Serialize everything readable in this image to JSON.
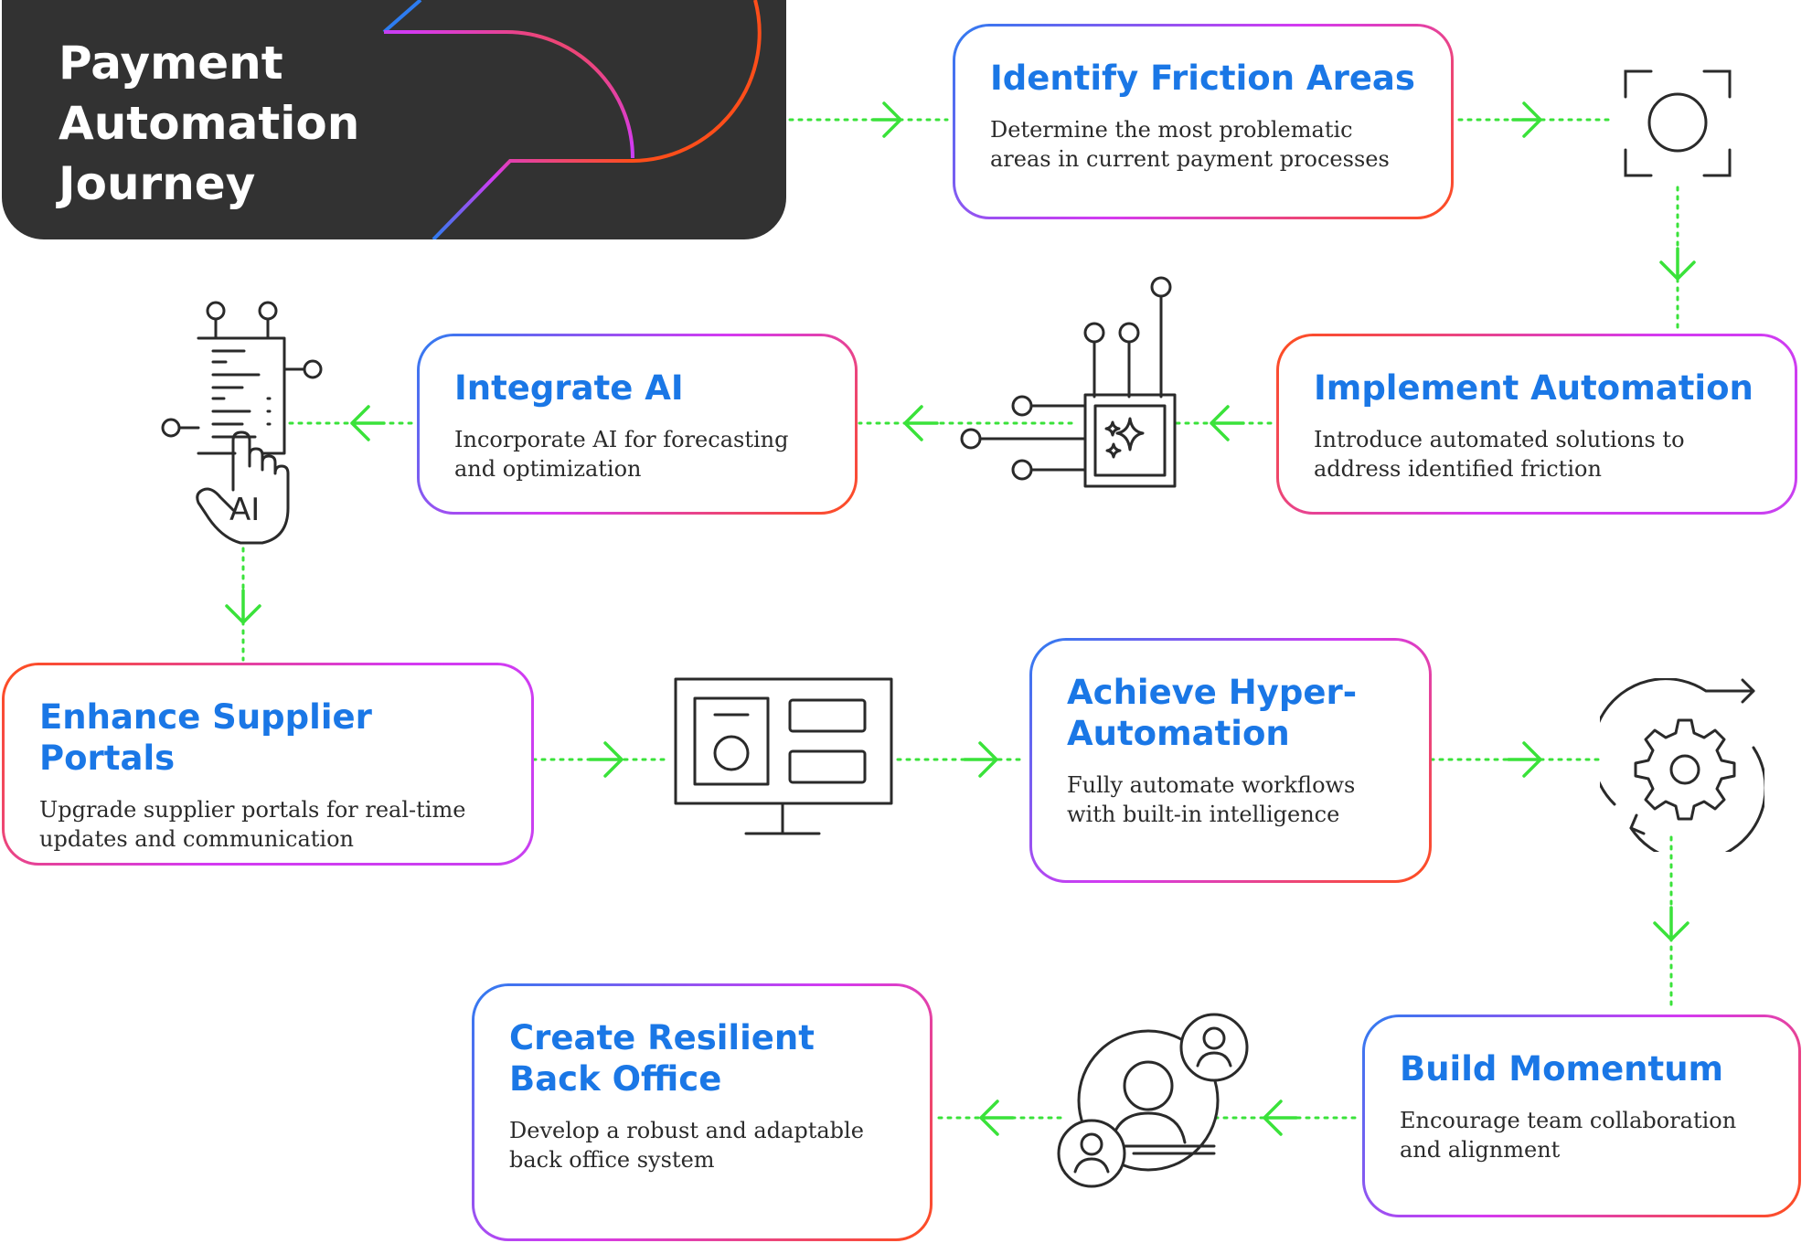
{
  "header": {
    "title": "Payment Automation Journey"
  },
  "steps": [
    {
      "title": "Identify Friction Areas",
      "description": "Determine the most problematic areas in current payment processes"
    },
    {
      "title": "Implement Automation",
      "description": "Introduce automated solutions to address identified friction"
    },
    {
      "title": "Integrate AI",
      "description": "Incorporate AI for forecasting and optimization"
    },
    {
      "title": "Enhance Supplier Portals",
      "description": "Upgrade supplier portals for real-time updates and communication"
    },
    {
      "title": "Achieve Hyper-Automation",
      "description": "Fully automate workflows with built-in intelligence"
    },
    {
      "title": "Build Momentum",
      "description": "Encourage team collaboration and alignment"
    },
    {
      "title": "Create Resilient Back Office",
      "description": "Develop a robust and adaptable back office system"
    }
  ],
  "icons": {
    "ai_hand_label": "AI",
    "names": [
      "focus-frame-icon",
      "ai-chip-icon",
      "ai-touch-document-icon",
      "monitor-dashboard-icon",
      "gear-cycle-icon",
      "team-network-icon"
    ]
  },
  "colors": {
    "header_bg": "#323232",
    "title_blue": "#1a77e6",
    "connector_green": "#3ae23a",
    "gradient": [
      "#2d7cf0",
      "#d43af2",
      "#ff4e1a"
    ]
  }
}
